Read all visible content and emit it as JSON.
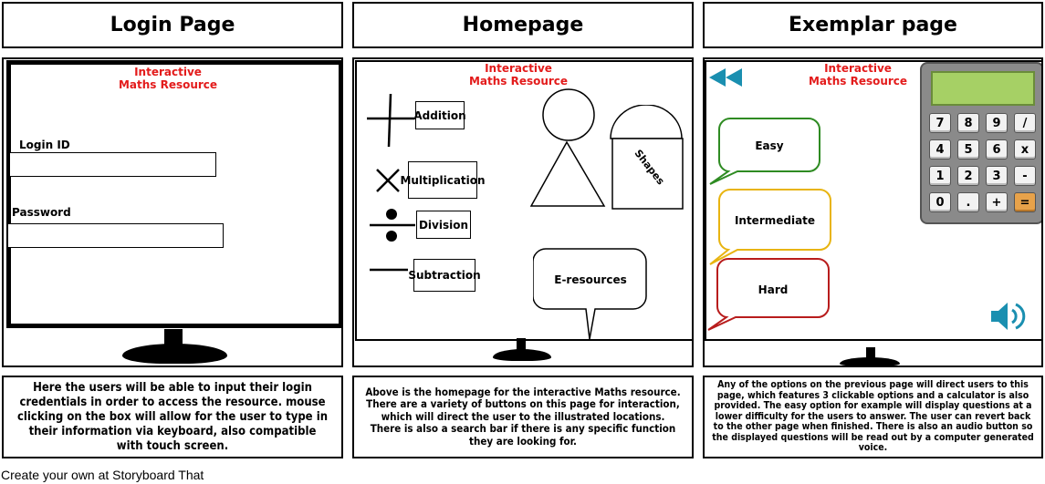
{
  "panels": [
    {
      "title": "Login Page"
    },
    {
      "title": "Homepage"
    },
    {
      "title": "Exemplar page"
    }
  ],
  "app_title_line1": "Interactive",
  "app_title_line2": "Maths Resource",
  "login": {
    "login_id_label": "Login ID",
    "password_label": "Password"
  },
  "homepage": {
    "addition": "Addition",
    "multiplication": "Multiplication",
    "division": "Division",
    "subtraction": "Subtraction",
    "shapes": "Shapes",
    "eresources": "E-resources"
  },
  "exemplar": {
    "easy": "Easy",
    "intermediate": "Intermediate",
    "hard": "Hard",
    "calculator_keys": [
      "7",
      "8",
      "9",
      "/",
      "4",
      "5",
      "6",
      "x",
      "1",
      "2",
      "3",
      "-",
      "0",
      ".",
      "+",
      "="
    ]
  },
  "captions": [
    "Here the users will be able to input their login credentials in order to access the resource. mouse clicking on the box will allow for the user to type in their information via keyboard, also compatible with touch screen.",
    "Above is the homepage for the interactive Maths resource. There are a variety of buttons on this page for interaction, which will direct the user to the illustrated locations. There is also a search bar if there is any specific function they are looking for.",
    "Any of the options on the previous page will direct users to this page, which features 3 clickable options and a calculator is also provided. The easy option for example will display questions at a lower difficulty for the users to answer. The user can revert back to the other page when finished. There is also an audio button so the displayed questions will be read out by a computer generated voice."
  ],
  "footer": "Create your own at Storyboard That",
  "colors": {
    "title_red": "#e31b1b",
    "easy_border": "#2e8b22",
    "intermediate_border": "#e8b410",
    "hard_border": "#b81c1c",
    "arrow_teal": "#1a8fb0",
    "calc_screen": "#a6d065",
    "calc_body": "#8a8a8a"
  }
}
